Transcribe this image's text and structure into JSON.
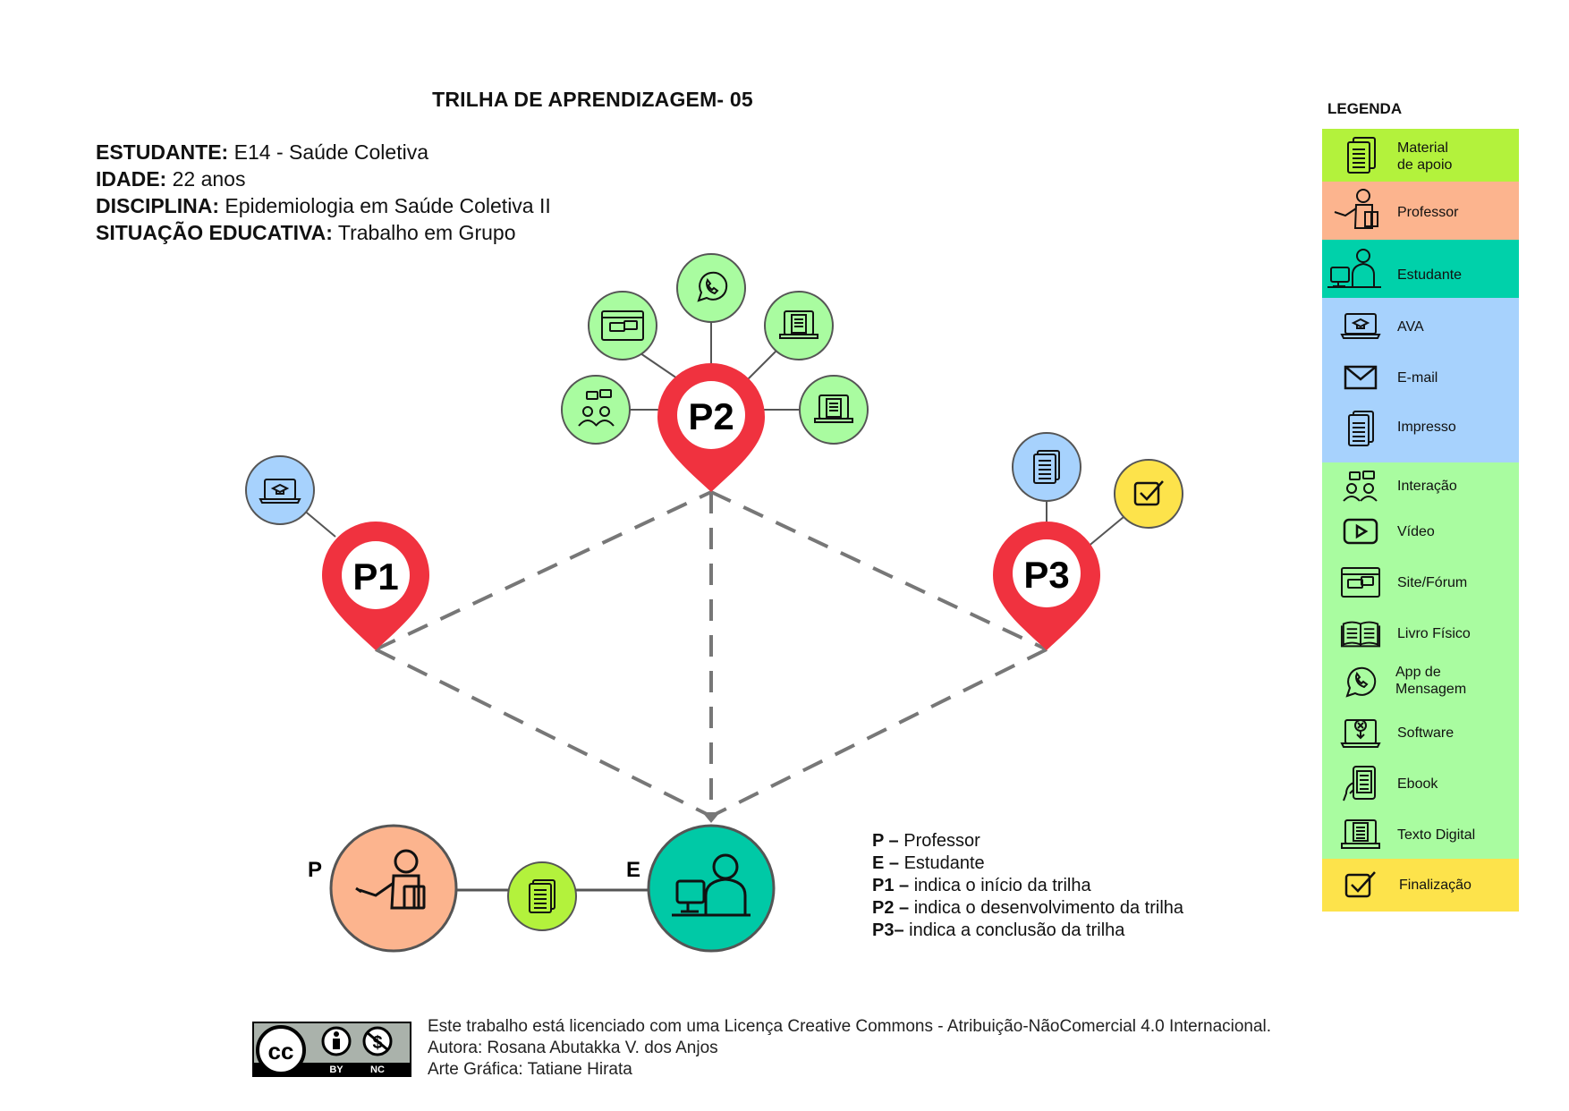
{
  "title": "TRILHA DE APRENDIZAGEM- 05",
  "student_info": {
    "estudante_label": "ESTUDANTE:",
    "estudante_value": "E14 - Saúde Coletiva",
    "idade_label": "IDADE:",
    "idade_value": "22 anos",
    "disciplina_label": "DISCIPLINA:",
    "disciplina_value": "Epidemiologia em Saúde Coletiva II",
    "situacao_label": "SITUAÇÃO EDUCATIVA:",
    "situacao_value": "Trabalho em Grupo"
  },
  "pins": {
    "p1": "P1",
    "p2": "P2",
    "p3": "P3",
    "color": "#f0323f"
  },
  "people": {
    "professor_letter": "P",
    "student_letter": "E",
    "professor_color": "#fcb48e",
    "student_color": "#00c9a6",
    "material_color": "#b3f23c"
  },
  "pin_resources": {
    "p1": [
      "ava-icon"
    ],
    "p2": [
      "interacao-icon",
      "site-forum-icon",
      "app-mensagem-icon",
      "texto-digital-icon",
      "texto-digital-icon"
    ],
    "p3": [
      "impresso-icon",
      "finalizacao-icon"
    ]
  },
  "key": {
    "p_label": "P –",
    "p_text": " Professor",
    "e_label": "E –",
    "e_text": " Estudante",
    "p1_label": "P1 –",
    "p1_text": " indica o início da trilha",
    "p2_label": "P2 –",
    "p2_text": " indica o desenvolvimento da trilha",
    "p3_label": "P3–",
    "p3_text": " indica a conclusão da trilha"
  },
  "legend": {
    "title": "LEGENDA",
    "colors": {
      "material": "#b3f23c",
      "professor": "#fcb48e",
      "estudante": "#00d1aa",
      "blue": "#a7d2fd",
      "green": "#a9fca0",
      "yellow": "#fde34b"
    },
    "items": [
      {
        "icon": "material-icon",
        "label": "Material\nde apoio"
      },
      {
        "icon": "professor-icon",
        "label": "Professor"
      },
      {
        "icon": "estudante-icon",
        "label": "Estudante"
      },
      {
        "icon": "ava-icon",
        "label": "AVA"
      },
      {
        "icon": "email-icon",
        "label": "E-mail"
      },
      {
        "icon": "impresso-icon",
        "label": "Impresso"
      },
      {
        "icon": "interacao-icon",
        "label": "Interação"
      },
      {
        "icon": "video-icon",
        "label": "Vídeo"
      },
      {
        "icon": "site-forum-icon",
        "label": "Site/Fórum"
      },
      {
        "icon": "livro-icon",
        "label": "Livro Físico"
      },
      {
        "icon": "app-mensagem-icon",
        "label": "App de\nMensagem"
      },
      {
        "icon": "software-icon",
        "label": "Software"
      },
      {
        "icon": "ebook-icon",
        "label": "Ebook"
      },
      {
        "icon": "texto-digital-icon",
        "label": "Texto Digital"
      },
      {
        "icon": "finalizacao-icon",
        "label": "Finalização"
      }
    ]
  },
  "license": {
    "line1": "Este trabalho está licenciado com uma Licença Creative Commons - Atribuição-NãoComercial 4.0 Internacional.",
    "line2": "Autora: Rosana Abutakka V. dos Anjos",
    "line3": "Arte Gráfica: Tatiane Hirata",
    "badge_by": "BY",
    "badge_nc": "NC"
  }
}
